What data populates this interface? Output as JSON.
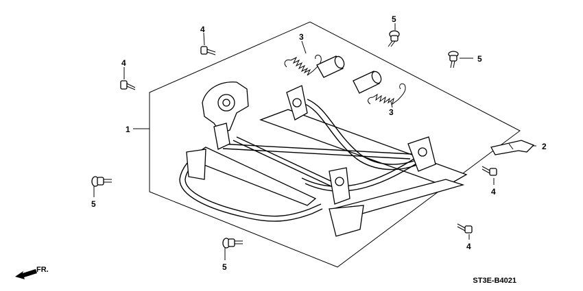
{
  "callouts": [
    {
      "id": "c1",
      "text": "1"
    },
    {
      "id": "c2",
      "text": "2"
    },
    {
      "id": "c3a",
      "text": "3"
    },
    {
      "id": "c3b",
      "text": "3"
    },
    {
      "id": "c4a",
      "text": "4"
    },
    {
      "id": "c4b",
      "text": "4"
    },
    {
      "id": "c4c",
      "text": "4"
    },
    {
      "id": "c4d",
      "text": "4"
    },
    {
      "id": "c5a",
      "text": "5"
    },
    {
      "id": "c5b",
      "text": "5"
    },
    {
      "id": "c5c",
      "text": "5"
    },
    {
      "id": "c5d",
      "text": "5"
    }
  ],
  "diagram_code": "ST3E-B4021",
  "front_marker": "FR."
}
